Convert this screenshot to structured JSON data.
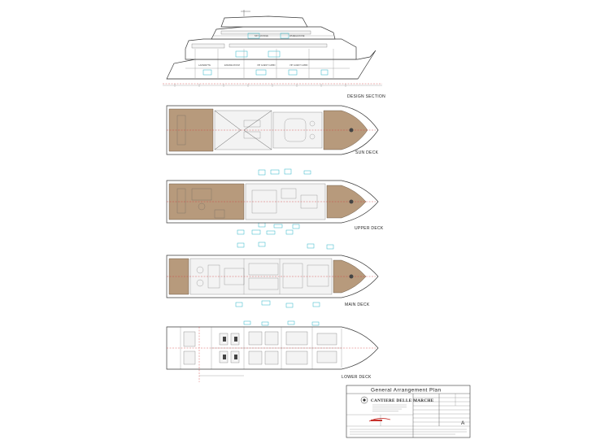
{
  "labels": {
    "design_section": "DESIGN SECTION",
    "sun_deck": "SUN DECK",
    "upper_deck": "UPPER DECK",
    "main_deck": "MAIN DECK",
    "lower_deck": "LOWER DECK"
  },
  "title_block": {
    "title": "General Arrangement Plan",
    "brand": "CANTIERE DELLE MARCHE",
    "revision": "A"
  },
  "colors": {
    "wood_deck": "#b79a7c",
    "outline": "#3a3a3a",
    "furniture_cyan": "#2ab6c8",
    "centerline_red": "#d23a3a",
    "logo_red": "#c8312c"
  }
}
